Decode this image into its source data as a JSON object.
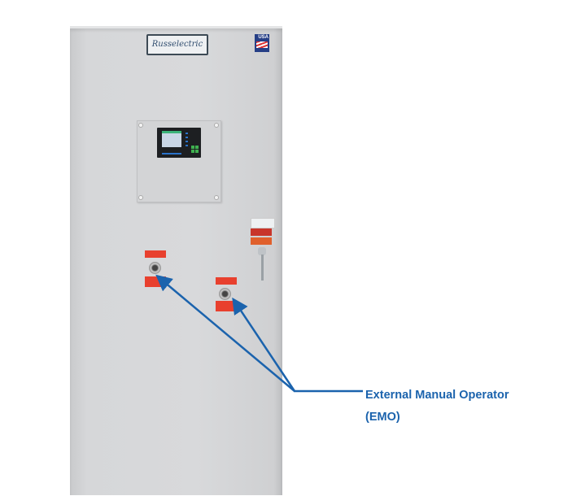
{
  "brand": {
    "logo_text": "Russelectric",
    "badge_text": "USA"
  },
  "callout": {
    "line1": "External Manual Operator",
    "line2": "(EMO)",
    "color": "#1b63ad"
  }
}
